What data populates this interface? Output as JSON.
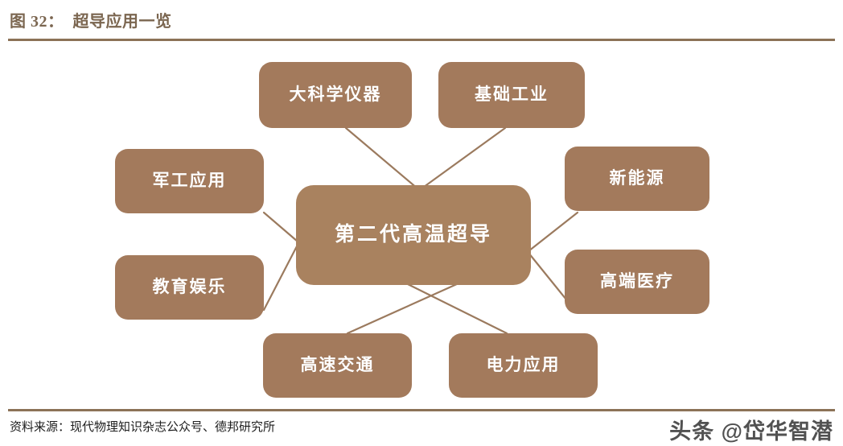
{
  "header": {
    "figure_label": "图 32：",
    "figure_title": "超导应用一览",
    "full_title": "图 32：  超导应用一览",
    "rule_color": "#8c7257",
    "title_color": "#7b6650"
  },
  "diagram": {
    "type": "hub-and-spoke",
    "center": {
      "id": "center",
      "label": "第二代高温超导",
      "color": "#a9825f",
      "text_color": "#ffffff"
    },
    "leaf_color": "#a37a5c",
    "connector_color": "#9b7a5e",
    "nodes": [
      {
        "id": "big-science-instruments",
        "label": "大科学仪器",
        "position": "top-left"
      },
      {
        "id": "basic-industry",
        "label": "基础工业",
        "position": "top-right"
      },
      {
        "id": "military-application",
        "label": "军工应用",
        "position": "left-upper"
      },
      {
        "id": "education-entertainment",
        "label": "教育娱乐",
        "position": "left-lower"
      },
      {
        "id": "new-energy",
        "label": "新能源",
        "position": "right-upper"
      },
      {
        "id": "advanced-medical",
        "label": "高端医疗",
        "position": "right-lower"
      },
      {
        "id": "high-speed-transport",
        "label": "高速交通",
        "position": "bottom-left"
      },
      {
        "id": "power-application",
        "label": "电力应用",
        "position": "bottom-right"
      }
    ]
  },
  "footer": {
    "source_text": "资料来源：现代物理知识杂志公众号、德邦研究所",
    "watermark": "头条 @岱华智潜",
    "rule_color": "#8c7257"
  }
}
